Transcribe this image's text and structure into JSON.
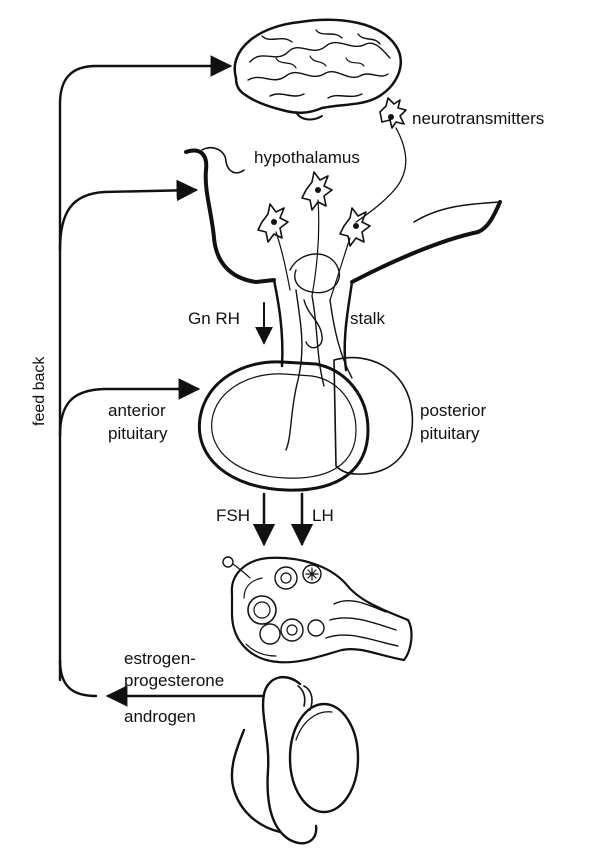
{
  "labels": {
    "neurotransmitters": "neurotransmitters",
    "hypothalamus": "hypothalamus",
    "gnrh": "Gn RH",
    "stalk": "stalk",
    "feedback": "feed back",
    "anterior_pituitary_1": "anterior",
    "anterior_pituitary_2": "pituitary",
    "posterior_pituitary_1": "posterior",
    "posterior_pituitary_2": "pituitary",
    "fsh": "FSH",
    "lh": "LH",
    "estrogen_1": "estrogen-",
    "estrogen_2": "progesterone",
    "androgen": "androgen"
  },
  "colors": {
    "ink": "#111111",
    "background": "#ffffff"
  }
}
